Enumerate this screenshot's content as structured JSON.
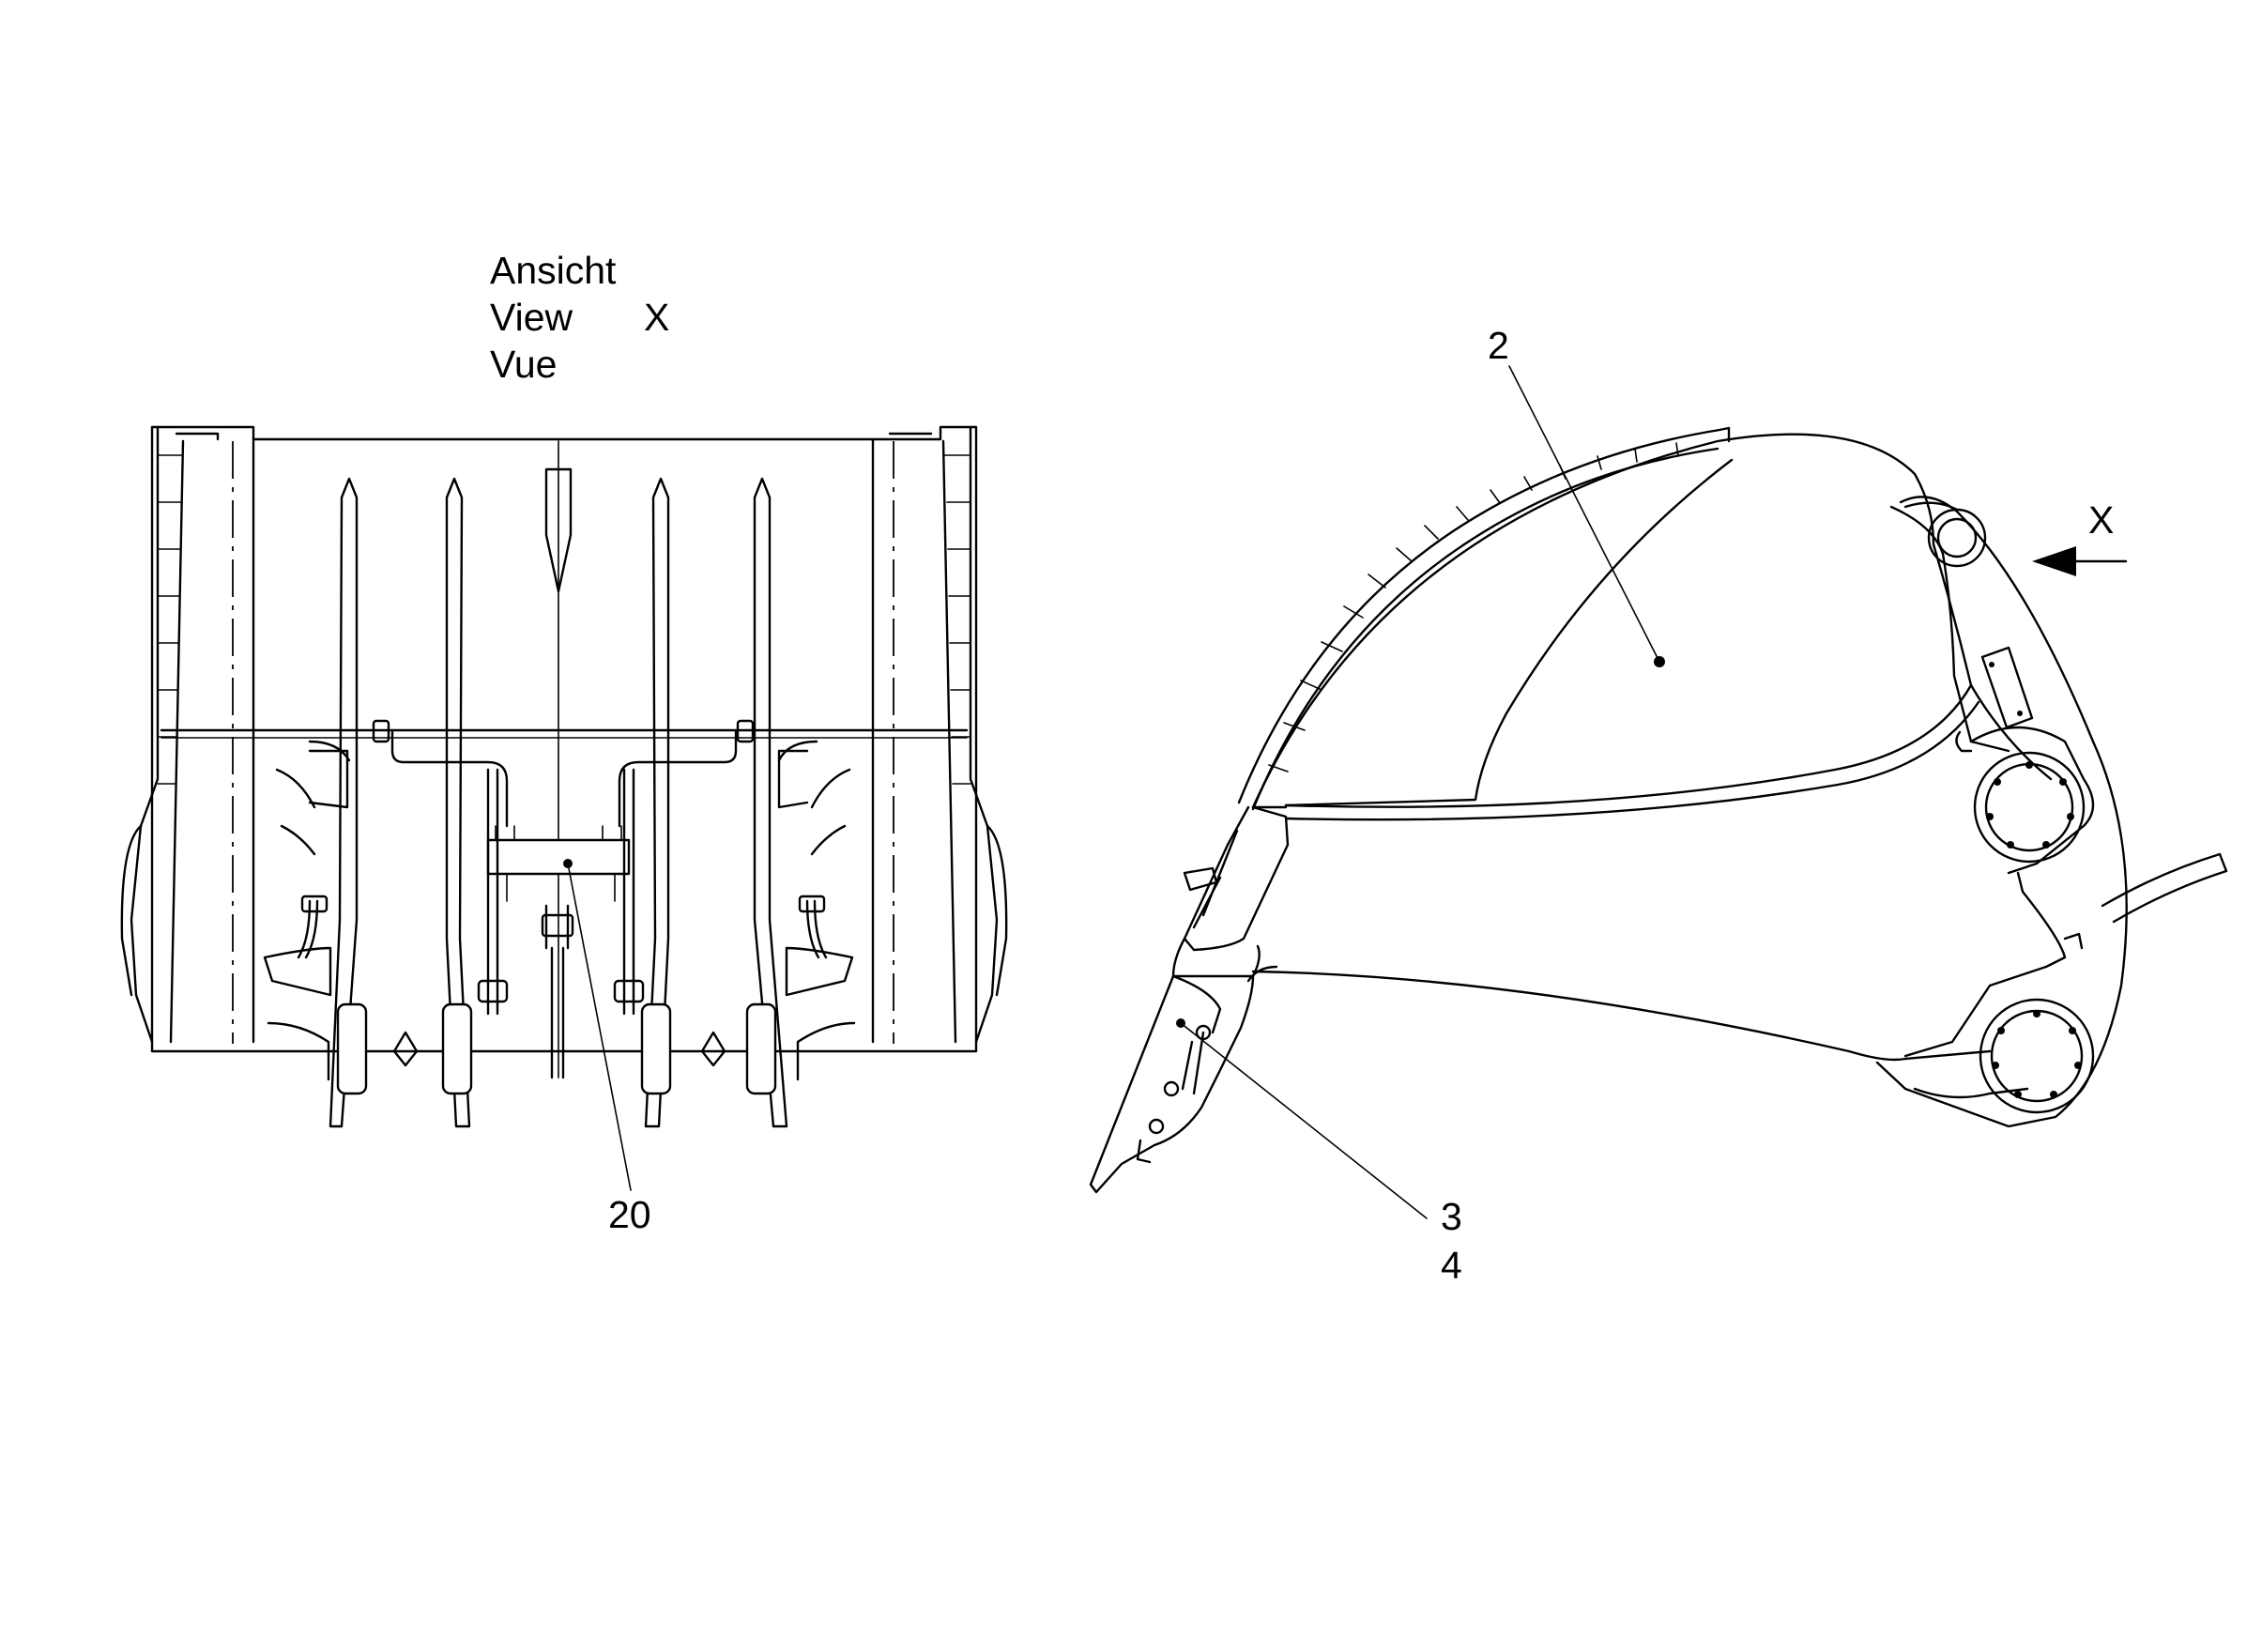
{
  "view_caption": {
    "line1": "Ansicht",
    "line2": "View",
    "line3": "Vue",
    "view_letter": "X"
  },
  "callouts": {
    "part_2": "2",
    "part_3": "3",
    "part_4": "4",
    "part_20": "20"
  },
  "direction_marker": "X"
}
